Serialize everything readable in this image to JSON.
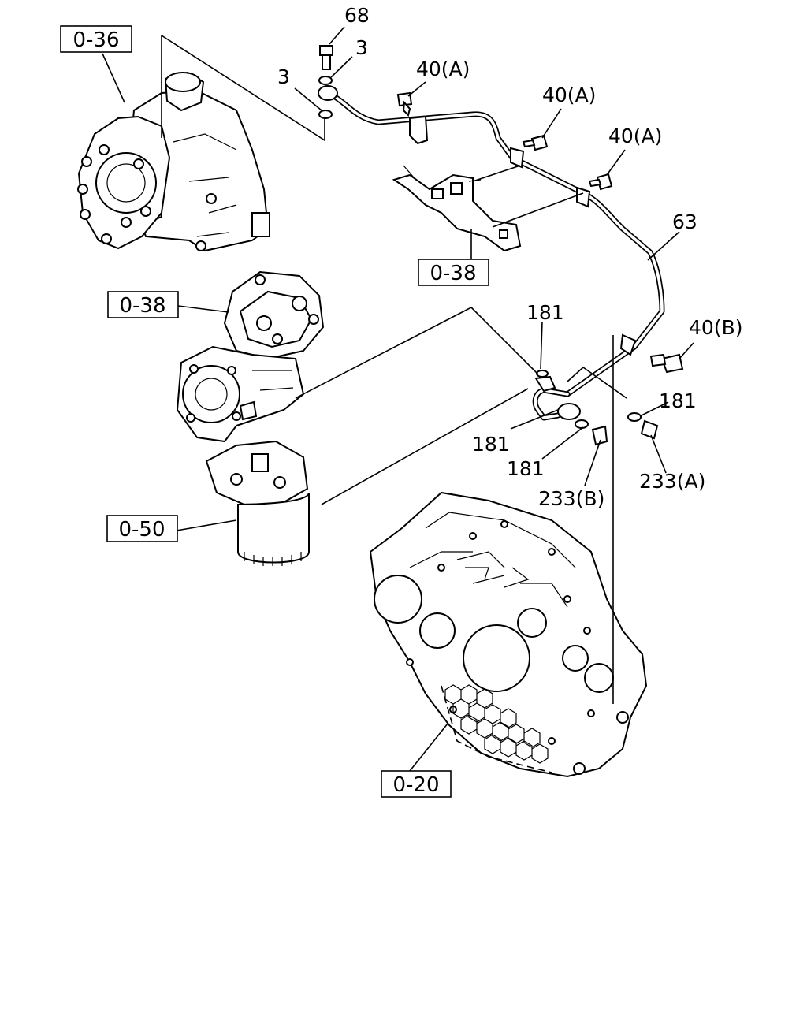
{
  "diagram": {
    "part_callouts": {
      "c68": "68",
      "c3a": "3",
      "c3b": "3",
      "c40a_1": "40(A)",
      "c40a_2": "40(A)",
      "c40a_3": "40(A)",
      "c63": "63",
      "c40b": "40(B)",
      "c181_1": "181",
      "c181_2": "181",
      "c181_3": "181",
      "c181_4": "181",
      "c233b": "233(B)",
      "c233a": "233(A)"
    },
    "section_refs": {
      "r036": "0-36",
      "r038_top": "0-38",
      "r038_left": "0-38",
      "r050": "0-50",
      "r020": "0-20"
    }
  }
}
